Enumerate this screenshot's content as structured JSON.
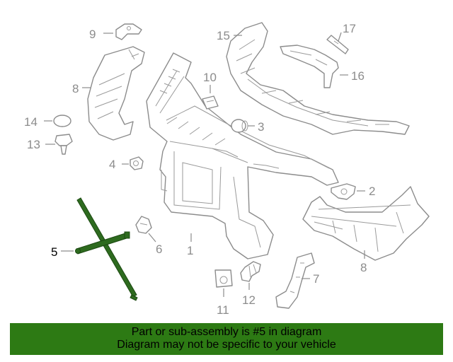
{
  "diagram": {
    "callouts": [
      {
        "id": "1",
        "label": "1"
      },
      {
        "id": "2",
        "label": "2"
      },
      {
        "id": "3",
        "label": "3"
      },
      {
        "id": "4",
        "label": "4"
      },
      {
        "id": "5",
        "label": "5"
      },
      {
        "id": "6",
        "label": "6"
      },
      {
        "id": "7",
        "label": "7"
      },
      {
        "id": "8a",
        "label": "8"
      },
      {
        "id": "8b",
        "label": "8"
      },
      {
        "id": "9",
        "label": "9"
      },
      {
        "id": "10",
        "label": "10"
      },
      {
        "id": "11",
        "label": "11"
      },
      {
        "id": "12",
        "label": "12"
      },
      {
        "id": "13",
        "label": "13"
      },
      {
        "id": "14",
        "label": "14"
      },
      {
        "id": "15",
        "label": "15"
      },
      {
        "id": "16",
        "label": "16"
      },
      {
        "id": "17",
        "label": "17"
      }
    ],
    "highlighted_part": "5",
    "highlight_color": "#2e6b1f"
  },
  "banner": {
    "line1": "Part or sub-assembly is #5 in diagram",
    "line2": "Diagram may not be specific to your vehicle",
    "background": "#2d7a14"
  }
}
